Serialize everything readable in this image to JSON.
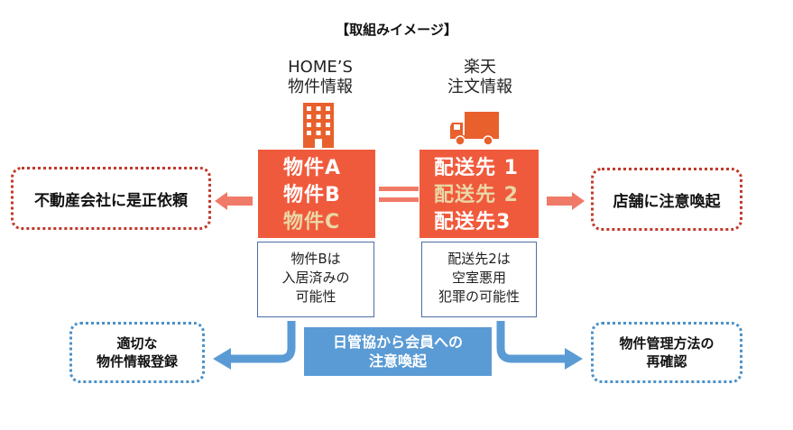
{
  "title": "【取組みイメージ】",
  "left_source": {
    "line1": "HOME’S",
    "line2": "物件情報",
    "icon": "building-icon"
  },
  "right_source": {
    "line1": "楽天",
    "line2": "注文情報",
    "icon": "truck-icon"
  },
  "left_box": {
    "item1": "物件A",
    "item2": "物件B",
    "item3": "物件C"
  },
  "right_box": {
    "item1": "配送先 1",
    "item2": "配送先 2",
    "item3": "配送先3"
  },
  "left_note": {
    "line1": "物件Bは",
    "line2": "入居済みの",
    "line3": "可能性"
  },
  "right_note": {
    "line1": "配送先2は",
    "line2": "空室悪用",
    "line3": "犯罪の可能性"
  },
  "left_action": "不動産会社に是正依頼",
  "right_action": "店舗に注意喚起",
  "bottom_left": {
    "line1": "適切な",
    "line2": "物件情報登録"
  },
  "bottom_center": {
    "line1": "日管協から会員への",
    "line2": "注意喚起"
  },
  "bottom_right": {
    "line1": "物件管理方法の",
    "line2": "再確認"
  },
  "colors": {
    "orange": "#f05a3c",
    "highlight": "#e9d8a6",
    "red": "#c0392b",
    "blue": "#5b9bd5",
    "arrow_blue": "#5b9bd5"
  }
}
